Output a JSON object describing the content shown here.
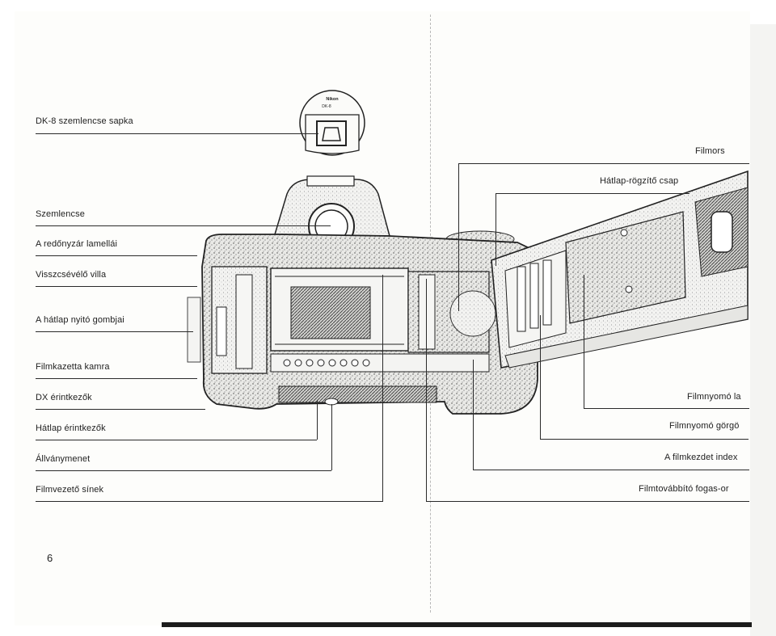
{
  "labels_left": [
    "DK-8 szemlencse sapka",
    "Szemlencse",
    "A redőnyzár lamellái",
    "Visszcsévélő villa",
    "A hátlap nyitó gombjai",
    "Filmkazetta kamra",
    "DX érintkezők",
    "Hátlap érintkezők",
    "Állványmenet",
    "Filmvezető sínek"
  ],
  "labels_right": [
    "Filmors",
    "Hátlap-rögzítő csap",
    "Filmnyomó la",
    "Filmnyomó görgö",
    "A filmkezdet index",
    "Filmtovábbító fogas-or"
  ],
  "page_number": "6",
  "eyepiece_cap_text": "Nikon",
  "eyepiece_cap_model": "DK-8"
}
